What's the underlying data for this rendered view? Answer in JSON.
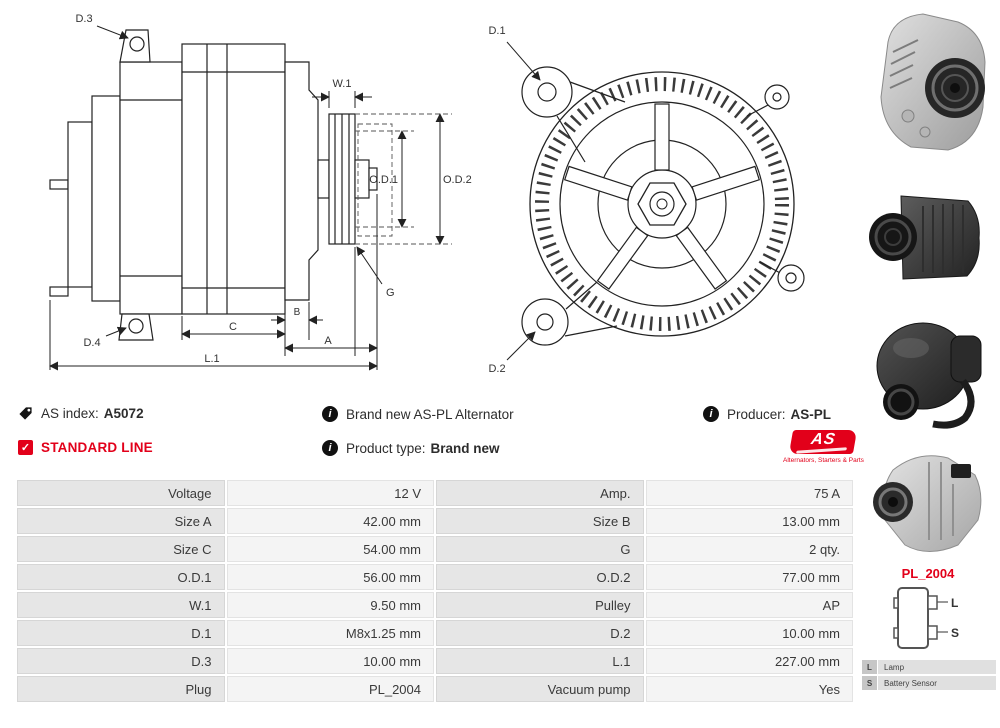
{
  "accent_color": "#e2001a",
  "side_view": {
    "d3": "D.3",
    "d4": "D.4",
    "w1": "W.1",
    "od1": "O.D.1",
    "od2": "O.D.2",
    "g": "G",
    "c": "C",
    "b": "B",
    "a": "A",
    "l1": "L.1"
  },
  "front_view": {
    "d1": "D.1",
    "d2": "D.2"
  },
  "info": {
    "as_index_label": "AS index:",
    "as_index_value": "A5072",
    "standard_line": "STANDARD LINE",
    "description": "Brand new AS-PL Alternator",
    "product_type_label": "Product type:",
    "product_type_value": "Brand new",
    "producer_label": "Producer:",
    "producer_value": "AS-PL"
  },
  "icons": {
    "info": "i",
    "check": "✓"
  },
  "logo": {
    "text": "AS",
    "tagline": "Alternators, Starters & Parts"
  },
  "plug": {
    "code": "PL_2004",
    "pin_top": "L",
    "pin_bottom": "S",
    "legend": [
      {
        "key": "L",
        "label": "Lamp"
      },
      {
        "key": "S",
        "label": "Battery Sensor"
      }
    ]
  },
  "spec_table": {
    "rows": [
      {
        "c1_label": "Voltage",
        "c1_value": "12 V",
        "c2_label": "Amp.",
        "c2_value": "75 A"
      },
      {
        "c1_label": "Size A",
        "c1_value": "42.00 mm",
        "c2_label": "Size B",
        "c2_value": "13.00 mm"
      },
      {
        "c1_label": "Size C",
        "c1_value": "54.00 mm",
        "c2_label": "G",
        "c2_value": "2 qty."
      },
      {
        "c1_label": "O.D.1",
        "c1_value": "56.00 mm",
        "c2_label": "O.D.2",
        "c2_value": "77.00 mm"
      },
      {
        "c1_label": "W.1",
        "c1_value": "9.50 mm",
        "c2_label": "Pulley",
        "c2_value": "AP"
      },
      {
        "c1_label": "D.1",
        "c1_value": "M8x1.25 mm",
        "c2_label": "D.2",
        "c2_value": "10.00 mm"
      },
      {
        "c1_label": "D.3",
        "c1_value": "10.00 mm",
        "c2_label": "L.1",
        "c2_value": "227.00 mm"
      },
      {
        "c1_label": "Plug",
        "c1_value": "PL_2004",
        "c2_label": "Vacuum pump",
        "c2_value": "Yes"
      }
    ]
  }
}
